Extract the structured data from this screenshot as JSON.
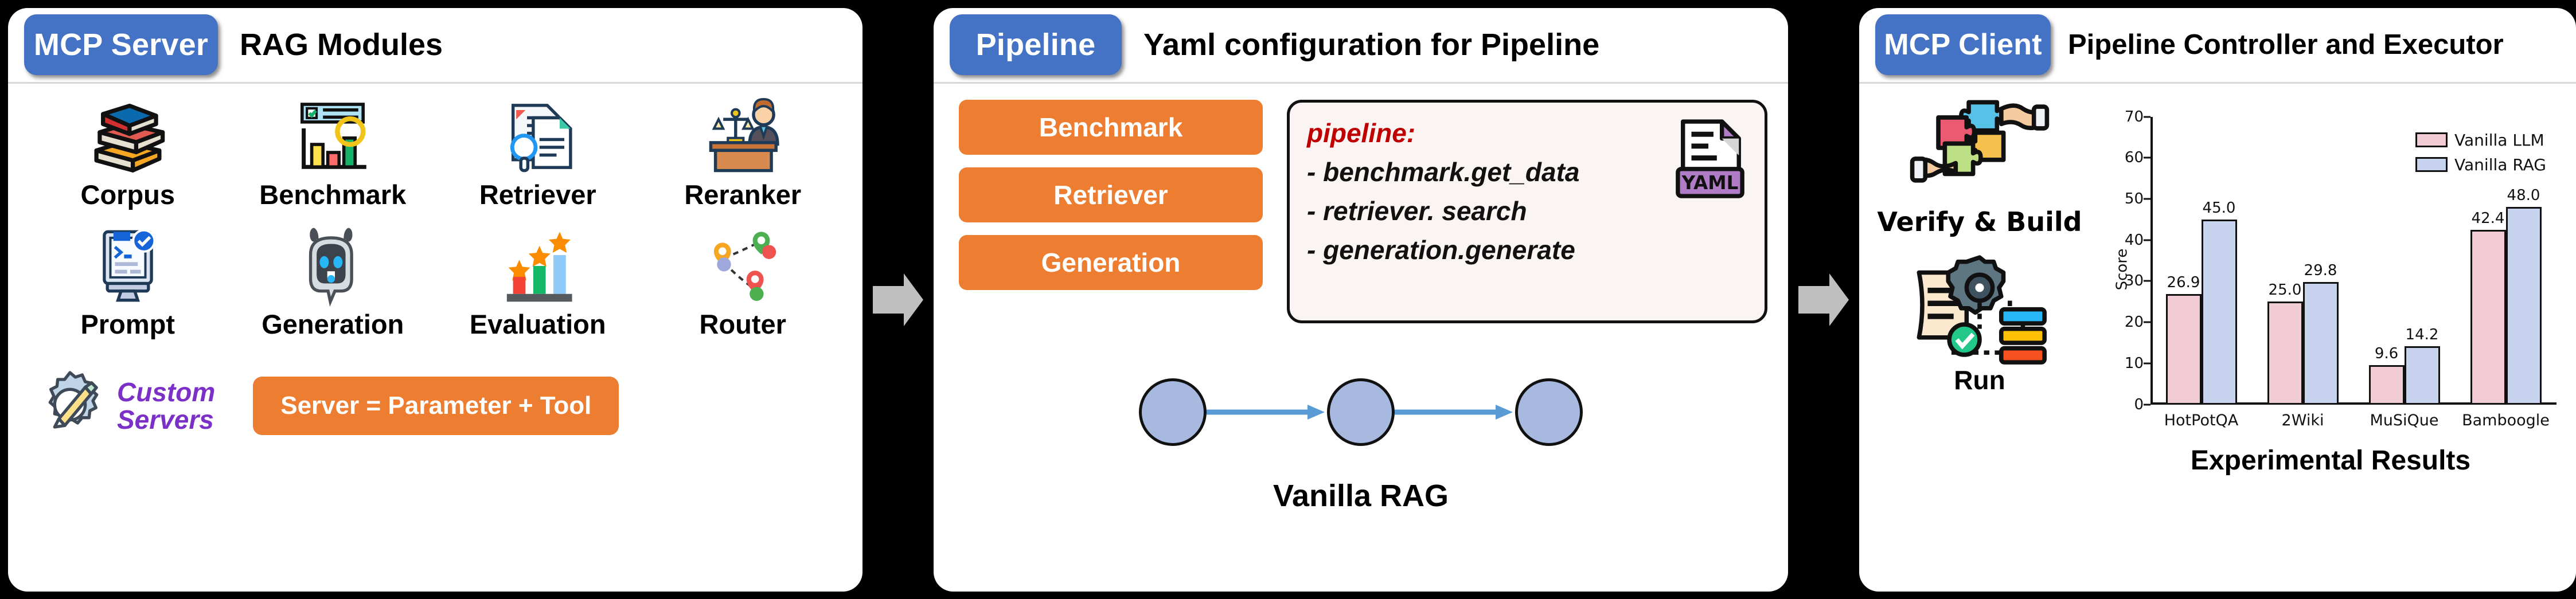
{
  "panels": {
    "server": {
      "badge": "MCP Server",
      "title": "RAG Modules",
      "modules": [
        {
          "label": "Corpus",
          "icon": "books-icon"
        },
        {
          "label": "Benchmark",
          "icon": "benchmark-chart-icon"
        },
        {
          "label": "Retriever",
          "icon": "document-search-icon"
        },
        {
          "label": "Reranker",
          "icon": "judge-scales-icon"
        },
        {
          "label": "Prompt",
          "icon": "terminal-check-icon"
        },
        {
          "label": "Generation",
          "icon": "robot-icon"
        },
        {
          "label": "Evaluation",
          "icon": "star-bars-icon"
        },
        {
          "label": "Router",
          "icon": "route-pins-icon"
        }
      ],
      "custom_servers": "Custom\nServers",
      "custom_servers_line1": "Custom",
      "custom_servers_line2": "Servers",
      "custom_icon": "gear-pencil-icon",
      "server_formula": "Server = Parameter + Tool"
    },
    "pipeline": {
      "badge": "Pipeline",
      "title": "Yaml configuration for Pipeline",
      "stages": [
        "Benchmark",
        "Retriever",
        "Generation"
      ],
      "yaml": {
        "key": "pipeline:",
        "lines": [
          "- benchmark.get_data",
          "- retriever. search",
          "- generation.generate"
        ],
        "file_icon": "yaml-file-icon",
        "file_icon_label": "YAML"
      },
      "flow_caption": "Vanilla RAG",
      "flow_nodes": 3
    },
    "client": {
      "badge": "MCP Client",
      "title": "Pipeline Controller and Executor",
      "steps": [
        {
          "label": "Verify & Build",
          "icon": "puzzle-hands-icon"
        },
        {
          "label": "Run",
          "icon": "document-gear-workflow-icon"
        }
      ],
      "chart_caption": "Experimental Results"
    }
  },
  "colors": {
    "badge_blue": "#4472C4",
    "accent_orange": "#ED7D31",
    "custom_purple": "#7B30C8",
    "yaml_key_red": "#C00000",
    "node_blue": "#A8B9E0",
    "bar_llm": "#F2CCD4",
    "bar_rag": "#C8D3EF",
    "page_background": "#000000"
  },
  "chart_data": {
    "type": "bar",
    "title": "",
    "xlabel": "",
    "ylabel": "Score",
    "ylim": [
      0,
      70
    ],
    "yticks": [
      0,
      10,
      20,
      30,
      40,
      50,
      60,
      70
    ],
    "grid": false,
    "legend_position": "top-right",
    "categories": [
      "HotPotQA",
      "2Wiki",
      "MuSiQue",
      "Bamboogle"
    ],
    "series": [
      {
        "name": "Vanilla LLM",
        "values": [
          26.9,
          25.0,
          9.6,
          42.4
        ],
        "color": "#F2CCD4"
      },
      {
        "name": "Vanilla RAG",
        "values": [
          45.0,
          29.8,
          14.2,
          48.0
        ],
        "color": "#C8D3EF"
      }
    ]
  },
  "arrows": [
    {
      "name": "arrow-server-to-pipeline"
    },
    {
      "name": "arrow-pipeline-to-client"
    }
  ]
}
